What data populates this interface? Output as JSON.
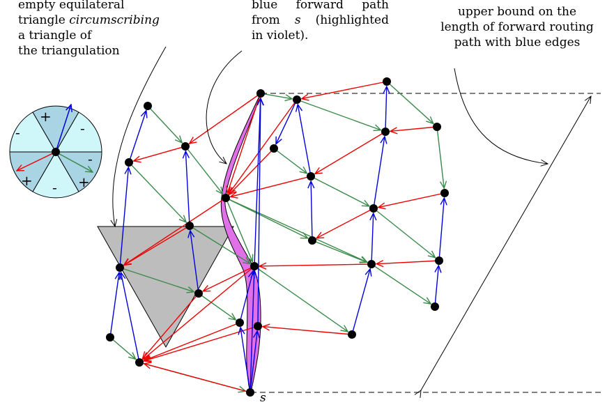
{
  "captions": {
    "triangle": {
      "line1": "empty equilateral",
      "line2_prefix": "triangle ",
      "line2_emph": "circumscribing",
      "line3": "a triangle of",
      "line4": "the triangulation"
    },
    "forward_path": {
      "line1": "blue  forward  path",
      "line2_prefix": "from ",
      "line2_var": "s",
      "line2_suffix": " (highlighted",
      "line3": "in violet)."
    },
    "upper_bound": {
      "line1": "upper bound on the",
      "line2": "length of forward routing",
      "line3": "path with blue edges"
    }
  },
  "labels": {
    "source_vertex": "s"
  },
  "cone_signs": {
    "top_left": "+",
    "top_right": "-",
    "left": "-",
    "right": "-",
    "bottom_left": "+",
    "bottom_mid": "-",
    "bottom_right": "+"
  },
  "colors": {
    "blue_edge": "#0000dd",
    "red_edge": "#ee0000",
    "green_edge": "#3a8a4a",
    "violet_highlight": "#e070e8",
    "gray_triangle": "#bdbdbd",
    "cone_light": "#cff7f9",
    "cone_dark": "#a9d4e4"
  }
}
